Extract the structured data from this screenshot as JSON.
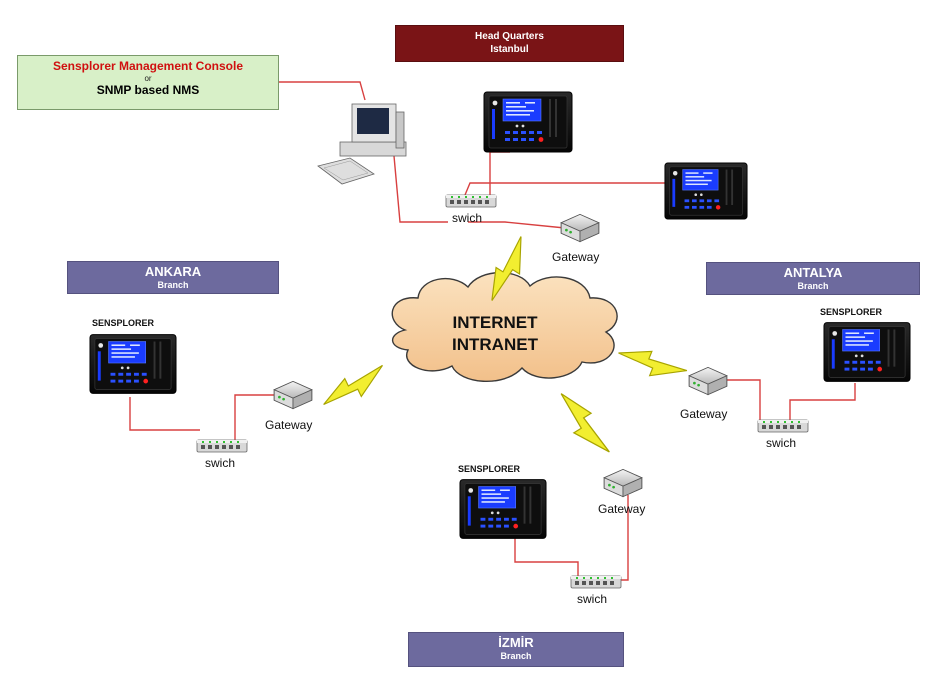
{
  "headquarters": {
    "title": "Head Quarters",
    "subtitle": "Istanbul"
  },
  "console": {
    "title": "Sensplorer Management Console",
    "or_text": "or",
    "nms": "SNMP based NMS"
  },
  "branches": {
    "ankara": {
      "title": "ANKARA",
      "subtitle": "Branch"
    },
    "antalya": {
      "title": "ANTALYA",
      "subtitle": "Branch"
    },
    "izmir": {
      "title": "İZMİR",
      "subtitle": "Branch"
    }
  },
  "cloud": {
    "line1": "INTERNET",
    "line2": "INTRANET"
  },
  "labels": {
    "gateway": "Gateway",
    "switch": "swich",
    "sensplorer": "SENSPLORER"
  },
  "colors": {
    "hq_fill": "#7a1416",
    "branch_fill": "#6d6a9e",
    "console_fill": "#d8f0c8",
    "console_title": "#d01010",
    "cloud_fill": "#f6cfa0",
    "link_red": "#d84040",
    "lightning": "#f2ee30",
    "screen_blue": "#1a3cff"
  }
}
